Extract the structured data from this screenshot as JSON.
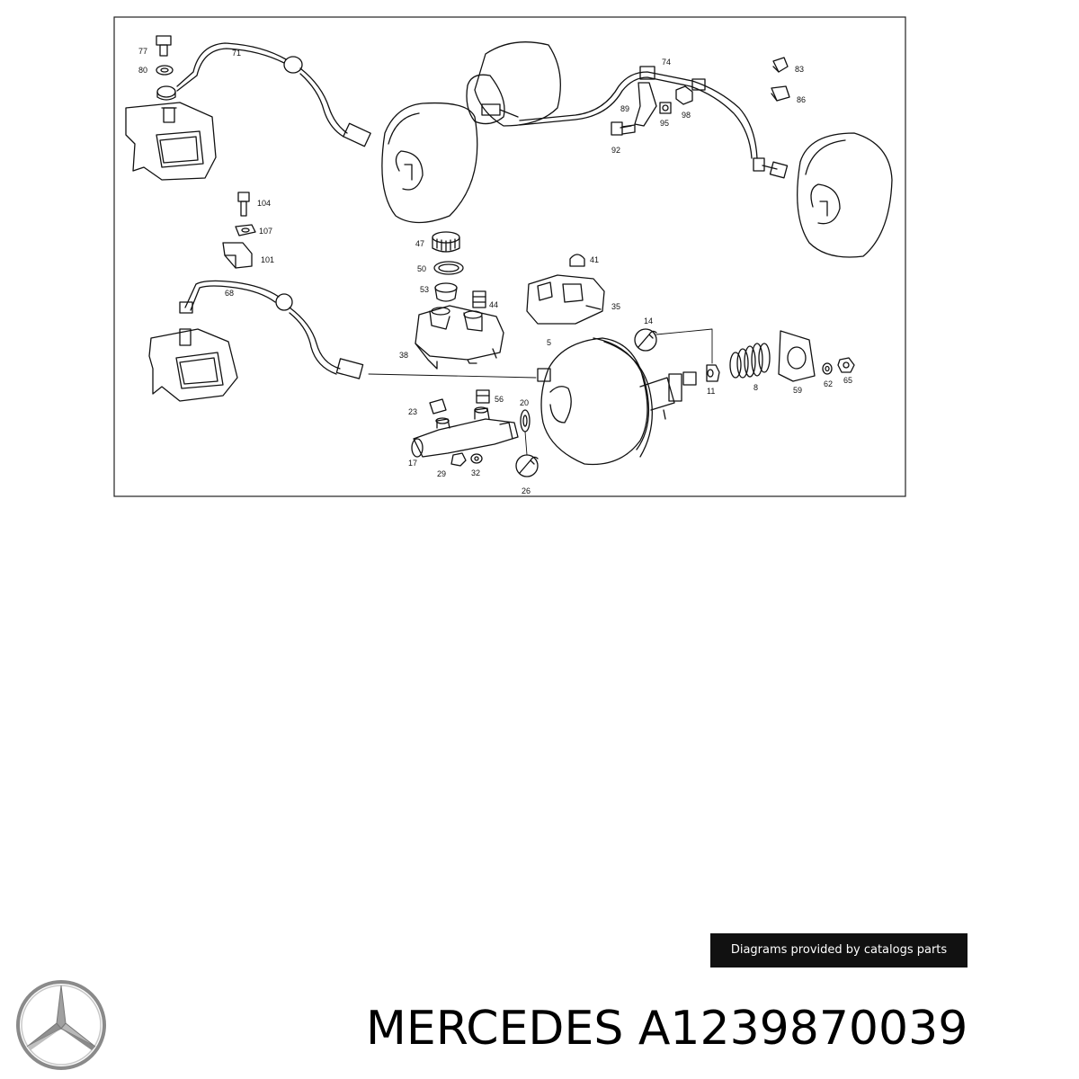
{
  "part_labels": {
    "p77": "77",
    "p80": "80",
    "p71": "71",
    "p74": "74",
    "p83": "83",
    "p86": "86",
    "p89": "89",
    "p95": "95",
    "p98": "98",
    "p92": "92",
    "p104": "104",
    "p107": "107",
    "p101": "101",
    "p68": "68",
    "p47": "47",
    "p50": "50",
    "p53": "53",
    "p44": "44",
    "p38": "38",
    "p41": "41",
    "p35": "35",
    "p14": "14",
    "p5": "5",
    "p11": "11",
    "p8": "8",
    "p59": "59",
    "p62": "62",
    "p65": "65",
    "p23": "23",
    "p56": "56",
    "p20": "20",
    "p17": "17",
    "p29": "29",
    "p32": "32",
    "p26": "26"
  },
  "caption": "Diagrams provided by catalogs parts",
  "brand_line": "MERCEDES A1239870039",
  "logo_icon": "mercedes-star-icon",
  "colors": {
    "ink": "#111111",
    "caption_bg": "#111111",
    "caption_fg": "#ffffff"
  }
}
